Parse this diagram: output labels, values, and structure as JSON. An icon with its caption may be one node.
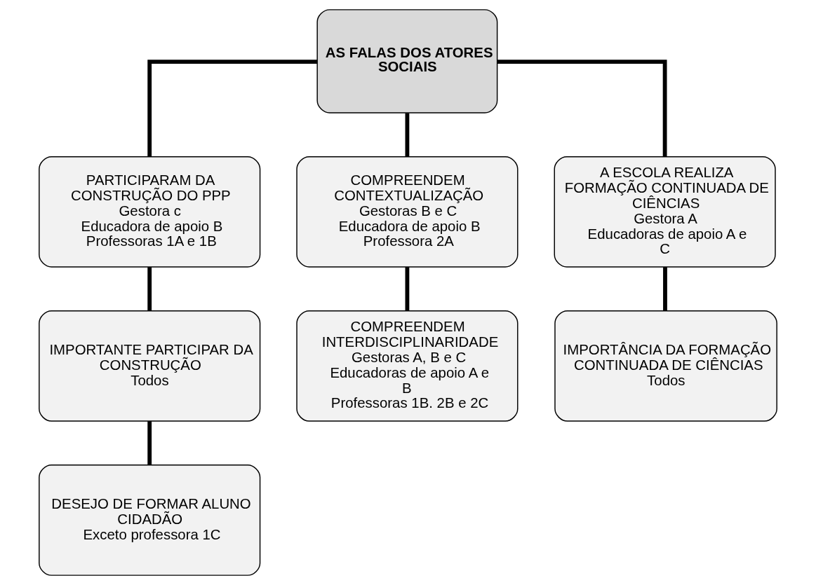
{
  "diagram": {
    "nodes": [
      {
        "text": [
          "AS FALAS DOS ATORES SOCIAIS"
        ]
      },
      {
        "text": [
          "PARTICIPARAM DA CONSTRUÇÃO DO PPP",
          "Gestora c",
          "Educadora de apoio B",
          "Professoras 1A e 1B"
        ]
      },
      {
        "text": [
          "COMPREENDEM CONTEXTUALIZAÇÃO",
          "Gestoras B e C",
          "Educadora de apoio B",
          "Professora 2A"
        ]
      },
      {
        "text": [
          "A ESCOLA REALIZA FORMAÇÃO CONTINUADA DE CIÊNCIAS",
          "Gestora A",
          "Educadoras de apoio A e C"
        ]
      },
      {
        "text": [
          "IMPORTANTE PARTICIPAR DA CONSTRUÇÃO",
          "Todos"
        ]
      },
      {
        "text": [
          "COMPREENDEM INTERDISCIPLINARIDADE",
          "Gestoras A, B e C",
          "Educadoras de apoio A e B",
          "Professoras 1B. 2B e 2C"
        ]
      },
      {
        "text": [
          "IMPORTÂNCIA DA FORMAÇÃO CONTINUADA DE CIÊNCIAS",
          "Todos"
        ]
      },
      {
        "text": [
          "DESEJO DE FORMAR ALUNO CIDADÃO",
          "Exceto professora 1C"
        ]
      }
    ],
    "edges": [
      {
        "from": 0,
        "to": 1,
        "arrow": "none"
      },
      {
        "from": 0,
        "to": 2,
        "arrow": "none"
      },
      {
        "from": 0,
        "to": 3,
        "arrow": "none"
      },
      {
        "from": 1,
        "to": 4,
        "arrow": "none"
      },
      {
        "from": 2,
        "to": 5,
        "arrow": "none"
      },
      {
        "from": 3,
        "to": 6,
        "arrow": "none"
      },
      {
        "from": 4,
        "to": 7,
        "arrow": "none"
      }
    ]
  }
}
